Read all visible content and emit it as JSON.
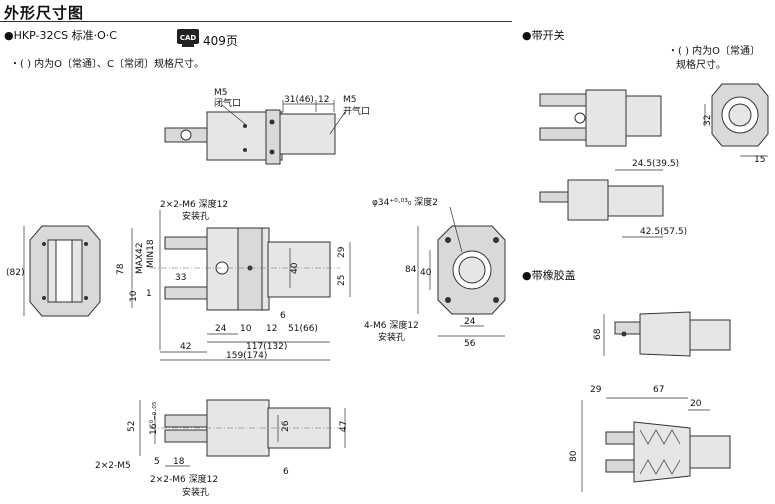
{
  "header": {
    "title": "外形尺寸图",
    "model": "●HKP-32CS 标准·O·C",
    "note": "・( ) 内为O〔常通〕、C〔常闭〕规格尺寸。",
    "cad_label": "CAD",
    "cad_page": "409页"
  },
  "switch_section": {
    "title": "●带开关",
    "note_line1": "・( ) 内为O〔常通〕",
    "note_line2": "规格尺寸。"
  },
  "rubber_section": {
    "title": "●带橡胶盖"
  },
  "labels": {
    "m5_closed_a": "M5",
    "m5_closed_b": "闭气口",
    "m5_open_a": "M5",
    "m5_open_b": "开气口",
    "d31": "31(46)",
    "d12_top": "12",
    "m6_top_a": "2×2-M6 深度12",
    "m6_top_b": "安装孔",
    "d82": "(82)",
    "d78": "78",
    "max42": "MAX42",
    "min18": "MIN18",
    "d10": "10",
    "d1": "1",
    "d33": "33",
    "d40v": "40",
    "d29": "29",
    "d25": "25",
    "d24": "24",
    "d10b": "10",
    "d12b": "12",
    "d6a": "6",
    "d51": "51(66)",
    "d42": "42",
    "d117": "117(132)",
    "d159": "159(174)",
    "phi34": "φ34⁺⁰·⁰³₀ 深度2",
    "d84": "84",
    "d40r": "40",
    "d24r": "24",
    "d56": "56",
    "m6_side_a": "4-M6 深度12",
    "m6_side_b": "安装孔",
    "d52": "52",
    "d16": "16⁰₋₀.₀₅",
    "d26": "26",
    "d47": "47",
    "m5_bottom": "2×2-M5",
    "d5": "5",
    "d18": "18",
    "d6b": "6",
    "m6_bot_a": "2×2-M6 深度12",
    "m6_bot_b": "安装孔",
    "d32": "32",
    "d15": "15",
    "d245": "24.5(39.5)",
    "d425": "42.5(57.5)",
    "d68": "68",
    "d29r": "29",
    "d67": "67",
    "d20": "20",
    "d80": "80"
  }
}
